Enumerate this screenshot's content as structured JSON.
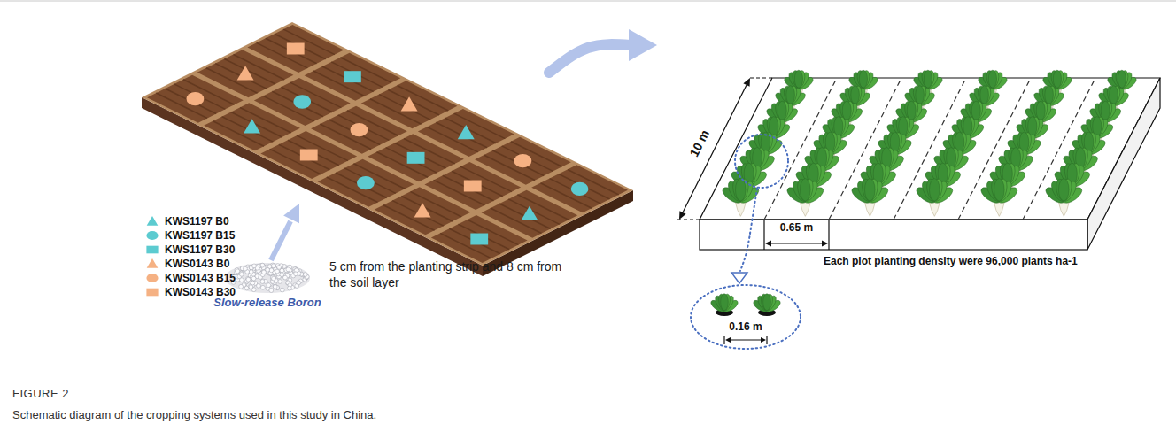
{
  "diagram": {
    "title": "FIGURE 2",
    "caption": "Schematic diagram of the cropping systems used in this study in China.",
    "labels": [
      "Slow-release Boron",
      "5 cm from the planting strip and 8 cm from the soil layer",
      "10 m",
      "0.65 m",
      "Each plot planting density were 96,000 plants ha-1",
      "0.16 m"
    ],
    "legend": [
      {
        "text": "KWS1197 B0"
      },
      {
        "text": "KWS1197 B15"
      },
      {
        "text": "KWS1197 B30"
      },
      {
        "text": "KWS0143 B0"
      },
      {
        "text": "KWS0143 B15"
      },
      {
        "text": "KWS0143 B30"
      }
    ]
  }
}
